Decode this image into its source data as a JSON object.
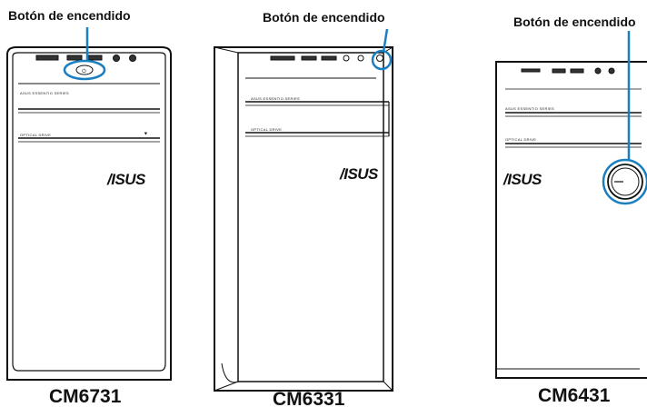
{
  "callout_label": "Botón de encendido",
  "highlight_color": "#1a7fc1",
  "devices": [
    {
      "model": "CM6731",
      "series_label": "ASUS ESSENTIO SERIES",
      "drive_label": "OPTICAL DRIVE",
      "logo": "/ISUS"
    },
    {
      "model": "CM6331",
      "series_label": "ASUS ESSENTIO SERIES",
      "drive_label": "OPTICAL DRIVE",
      "logo": "/ISUS"
    },
    {
      "model": "CM6431",
      "series_label": "ASUS ESSENTIO SERIES",
      "drive_label": "OPTICAL DRIVE",
      "logo": "/ISUS"
    }
  ]
}
